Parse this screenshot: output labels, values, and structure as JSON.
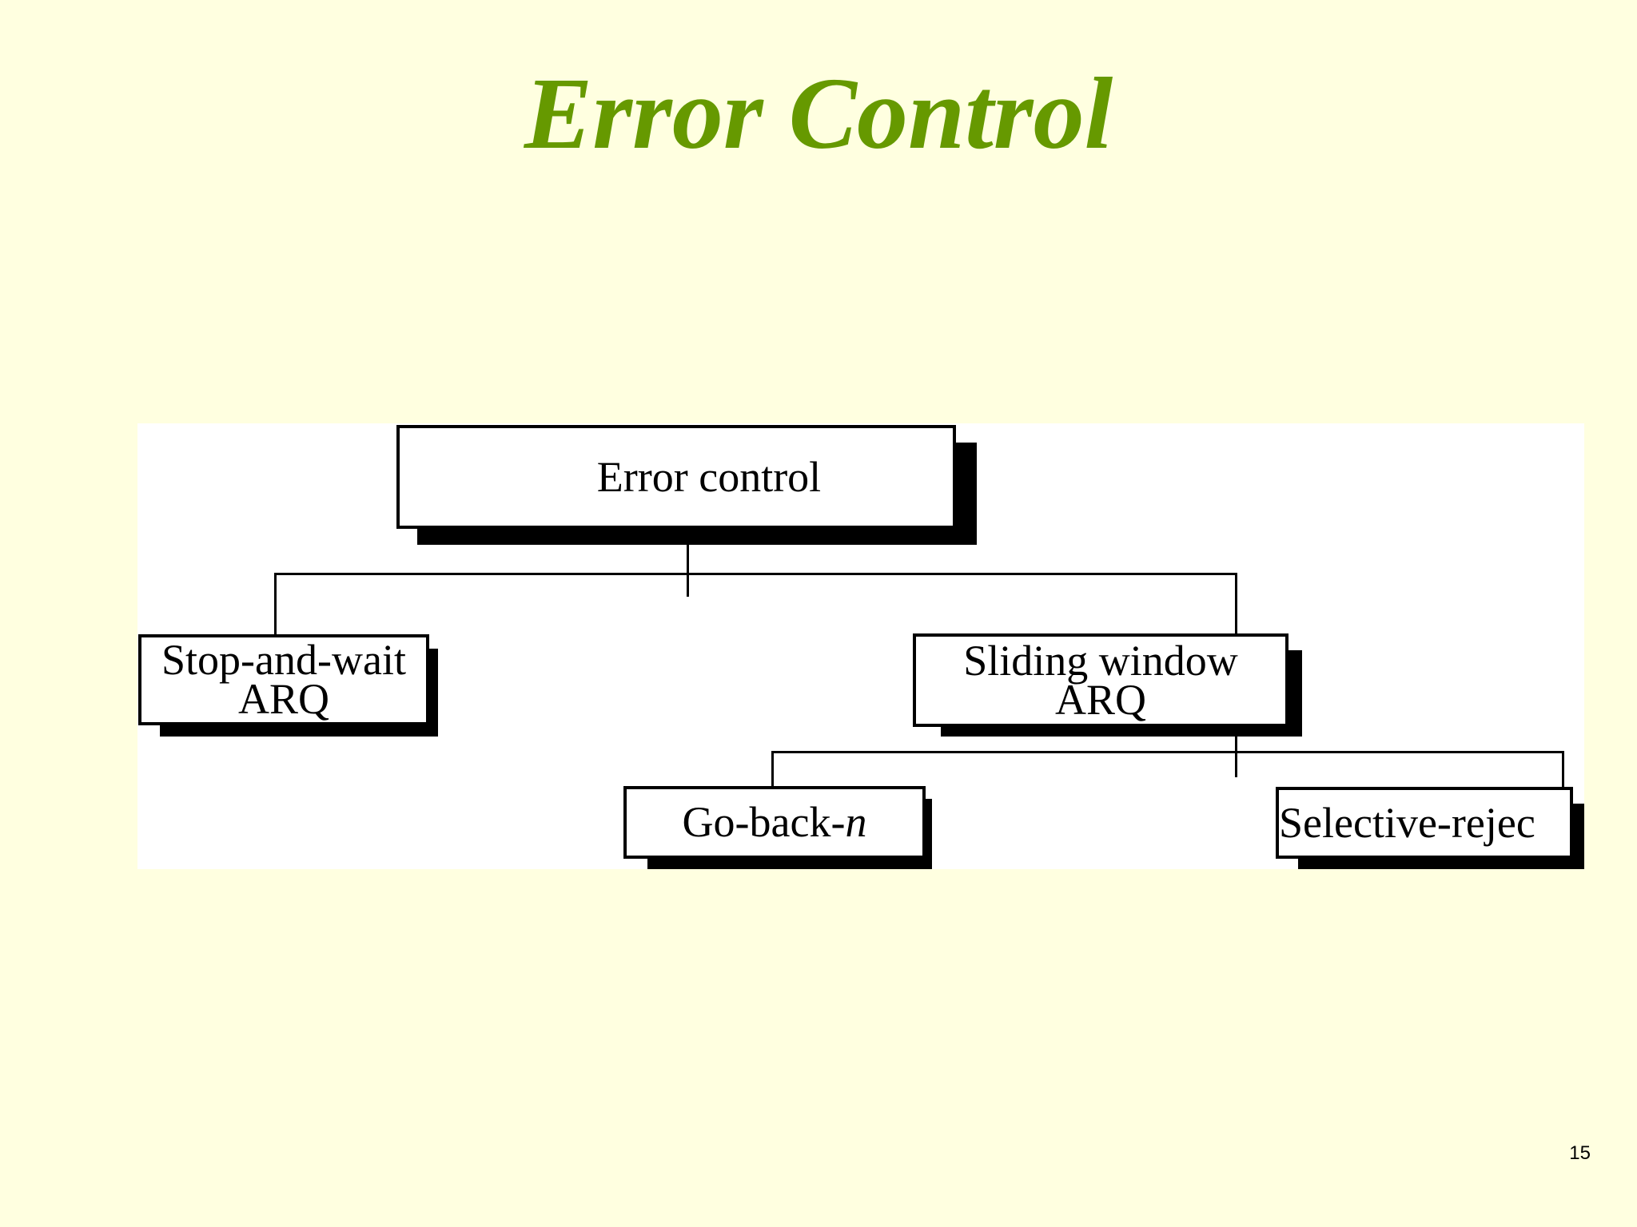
{
  "slide": {
    "title": "Error Control",
    "page_number": "15"
  },
  "diagram": {
    "root": {
      "label": "Error control"
    },
    "left_child": {
      "line1": "Stop-and-wait",
      "line2": "ARQ"
    },
    "right_child": {
      "line1": "Sliding window",
      "line2": "ARQ"
    },
    "grandchild_left": {
      "label_main": "Go-back-",
      "label_italic": "n"
    },
    "grandchild_right": {
      "label": "Selective-rejec"
    }
  },
  "colors": {
    "background": "#ffffe0",
    "title": "#669900",
    "panel": "#ffffff",
    "ink": "#000000"
  }
}
